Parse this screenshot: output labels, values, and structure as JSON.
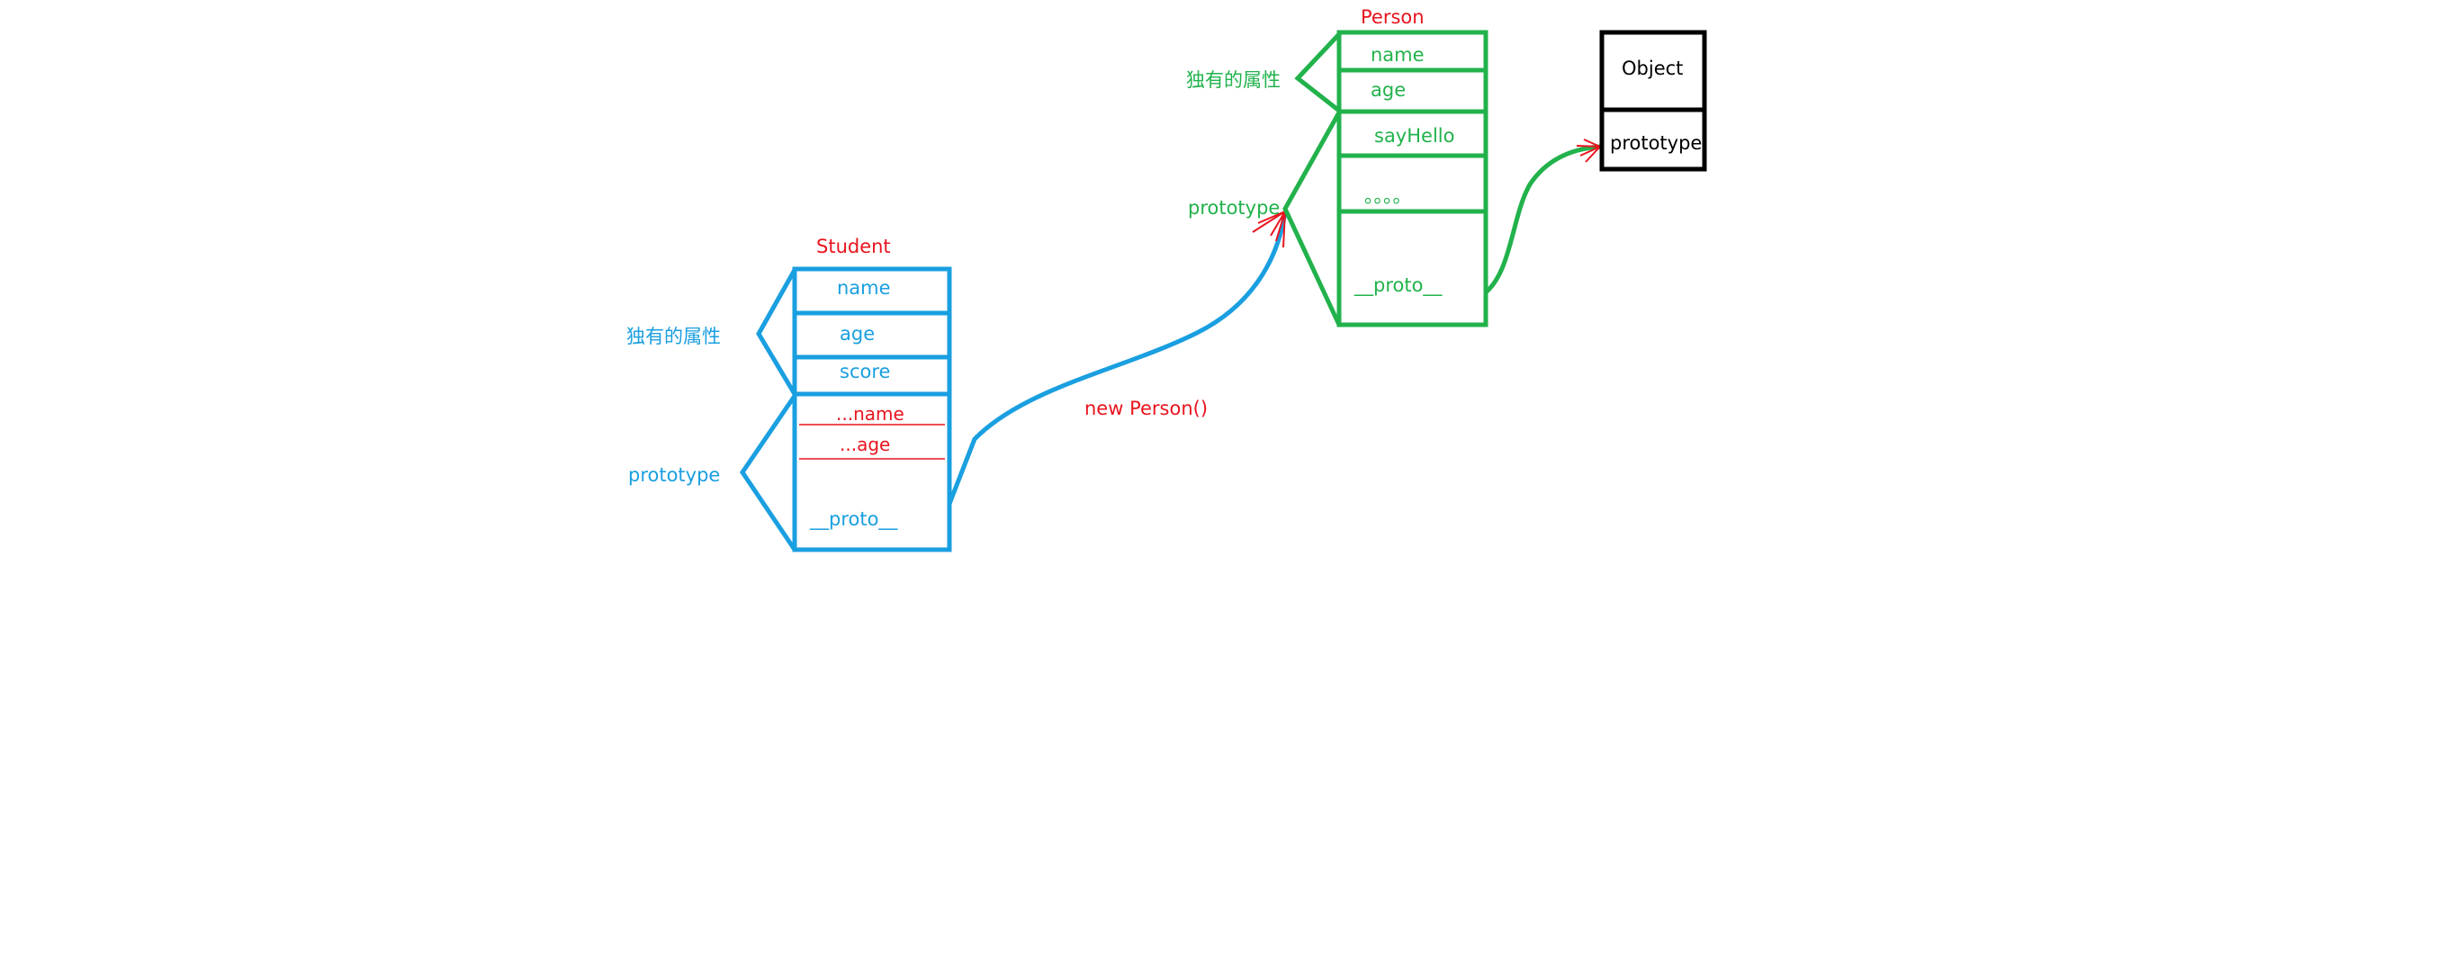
{
  "colors": {
    "student": "#1a9fe0",
    "person": "#22b24c",
    "object": "#000000",
    "accent_red": "#e8141e"
  },
  "student": {
    "title": "Student",
    "own_props_label": "独有的属性",
    "prototype_label": "prototype",
    "fields": [
      "name",
      "age",
      "score"
    ],
    "inherited": [
      "...name",
      "...age"
    ],
    "proto_field": "__proto__"
  },
  "link_label": "new Person()",
  "person": {
    "title": "Person",
    "own_props_label": "独有的属性",
    "prototype_label": "prototype",
    "fields": [
      "name",
      "age"
    ],
    "method": "sayHello",
    "ellipsis": "。。。。",
    "proto_field": "__proto__"
  },
  "object": {
    "title": "Object",
    "prototype_field": "prototype"
  }
}
